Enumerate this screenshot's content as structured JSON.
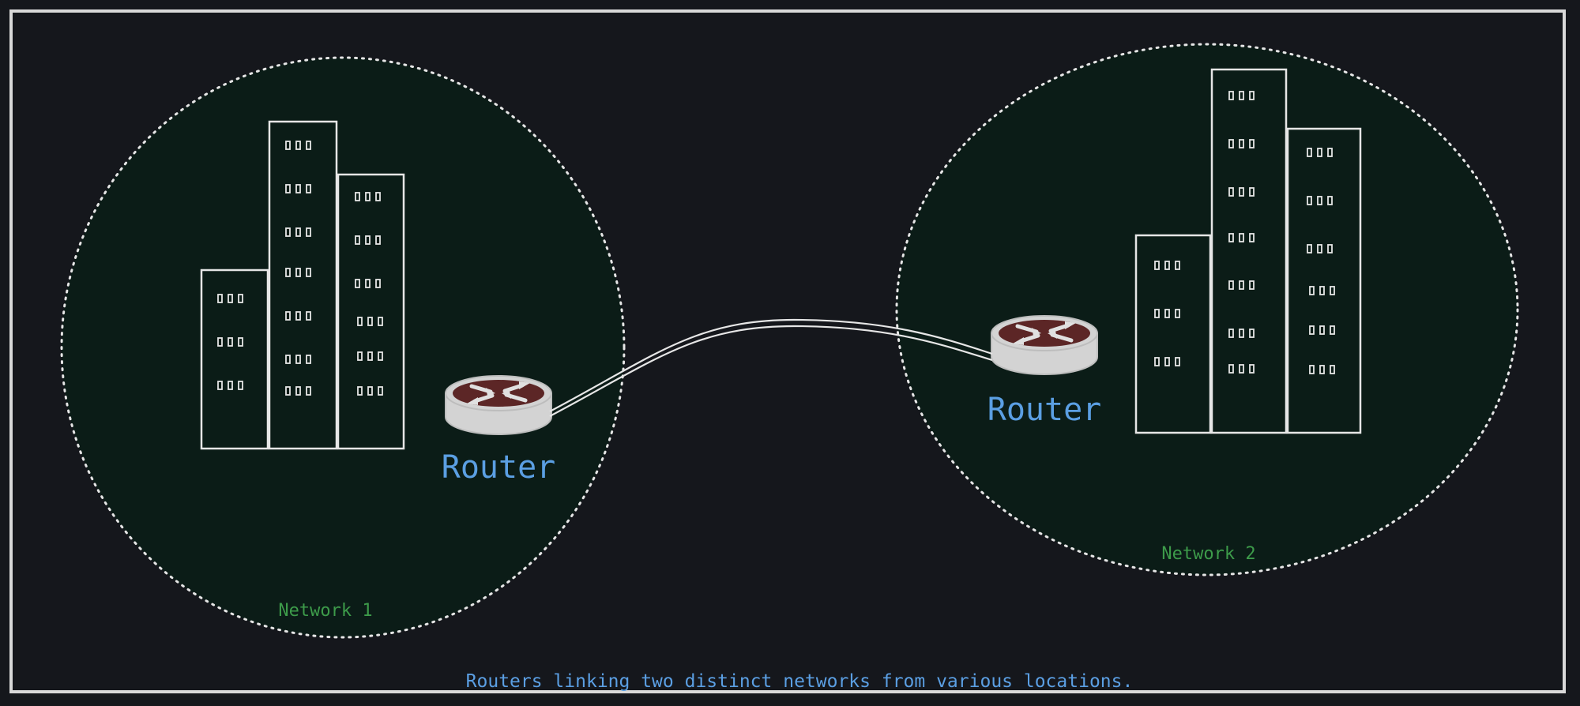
{
  "colors": {
    "background": "#15171c",
    "frame": "#d9d9d9",
    "network_fill": "#0b1c17",
    "network_border": "#e6e6e6",
    "building_stroke": "#e6e6e6",
    "router_body": "#d3d3d3",
    "router_top": "#5c2626",
    "router_label": "#5b9fe3",
    "network_label": "#3d9b4a",
    "caption": "#5b9fe3",
    "link": "#e6e6e6"
  },
  "networks": [
    {
      "label": "Network 1",
      "router_label": "Router",
      "building_icon": "office-buildings-icon",
      "router_icon": "router-icon"
    },
    {
      "label": "Network 2",
      "router_label": "Router",
      "building_icon": "office-buildings-icon",
      "router_icon": "router-icon"
    }
  ],
  "caption": "Routers linking two distinct networks from various locations."
}
